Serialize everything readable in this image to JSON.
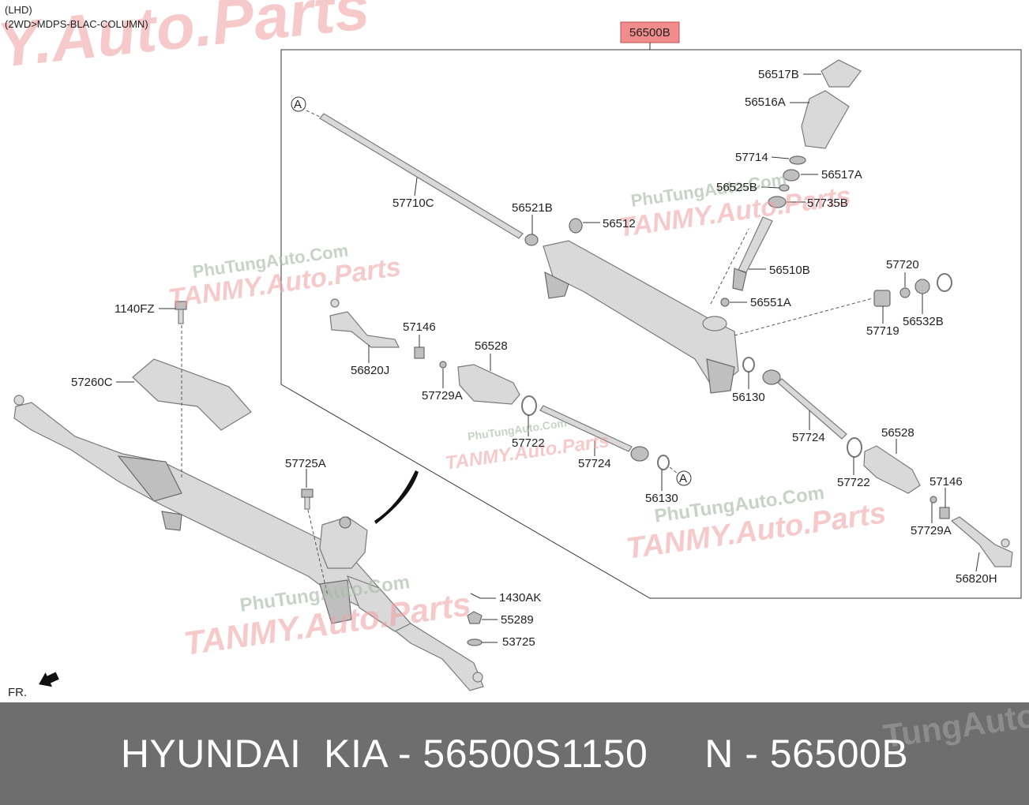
{
  "header": {
    "line1": "(LHD)",
    "line2": "(2WD>MDPS-BLAC-COLUMN)"
  },
  "main_part": {
    "code": "56500B",
    "highlight_color": "#f08c8c"
  },
  "labels": {
    "p56517B": "56517B",
    "p56516A": "56516A",
    "p57714": "57714",
    "p56517A": "56517A",
    "p56525B": "56525B",
    "p57735B": "57735B",
    "p57710C": "57710C",
    "p56521B": "56521B",
    "p56512": "56512",
    "p56510B": "56510B",
    "p56551A": "56551A",
    "p57720": "57720",
    "p57719": "57719",
    "p56532B": "56532B",
    "p57146_l": "57146",
    "p56820J": "56820J",
    "p56528_l": "56528",
    "p57729A_l": "57729A",
    "p57722_l": "57722",
    "p57724_l": "57724",
    "p56130_m": "56130",
    "p56130_r": "56130",
    "p57724_r": "57724",
    "p56528_r": "56528",
    "p57722_r": "57722",
    "p57146_r": "57146",
    "p57729A_r": "57729A",
    "p56820H": "56820H",
    "p1140FZ": "1140FZ",
    "p57260C": "57260C",
    "p57725A": "57725A",
    "p1430AK": "1430AK",
    "p55289": "55289",
    "p53725": "53725",
    "ref_a": "A",
    "fr": "FR."
  },
  "watermarks": {
    "green": "PhuTungAuto.Com",
    "red": "TANMY.Auto.Parts",
    "top_red": "Y.Auto.Parts"
  },
  "footer": {
    "text": "HYUNDAI  KIA - 56500S1150     N - 56500B",
    "watermark": "TungAuto",
    "bg_color": "#6e6e6e"
  }
}
